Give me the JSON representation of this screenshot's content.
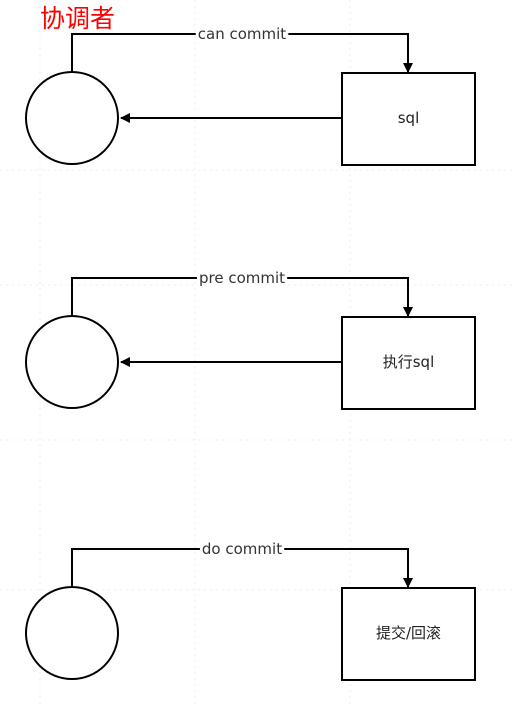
{
  "title": "协调者",
  "colors": {
    "title": "#ff0000",
    "stroke": "#000000",
    "grid": "#ececec"
  },
  "stages": [
    {
      "edge_label": "can commit",
      "box_label": "sql",
      "has_return_arrow": true
    },
    {
      "edge_label": "pre commit",
      "box_label": "执行sql",
      "has_return_arrow": true
    },
    {
      "edge_label": "do commit",
      "box_label": "提交/回滚",
      "has_return_arrow": false
    }
  ]
}
